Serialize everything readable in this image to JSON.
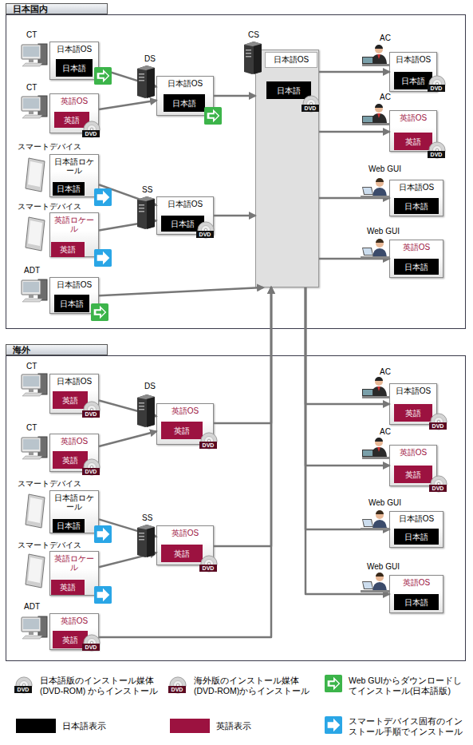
{
  "diagram": {
    "nodes": [
      {
        "text": [
          "日本国内"
        ]
      },
      {
        "text": [
          "CT",
          "日本語OS"
        ],
        "in": 0
      },
      {
        "text": [
          "日本語"
        ],
        "in": 1
      },
      {
        "text": [
          "CT",
          "英語OS"
        ],
        "in": 0
      },
      {
        "text": [
          "英語"
        ],
        "in": 3
      },
      {
        "text": [
          "スマートデバイス",
          "日本語ロケール"
        ],
        "in": 0
      },
      {
        "text": [
          "日本語"
        ],
        "in": 5
      },
      {
        "text": [
          "スマートデバイス",
          "英語ロケール"
        ],
        "in": 0
      },
      {
        "text": [
          "英語"
        ],
        "in": 7
      },
      {
        "text": [
          "ADT",
          "日本語OS"
        ],
        "in": 0
      },
      {
        "text": [
          "日本語"
        ],
        "in": 9
      },
      {
        "text": [
          "DS",
          "日本語OS"
        ],
        "in": 0
      },
      {
        "text": [
          "日本語"
        ],
        "in": 11
      },
      {
        "text": [
          "SS",
          "日本語OS"
        ],
        "in": 0
      },
      {
        "text": [
          "日本語"
        ],
        "in": 13
      },
      {
        "text": [
          "CS",
          "日本語OS"
        ],
        "in": 0
      },
      {
        "text": [
          "日本語"
        ],
        "in": 15
      },
      {
        "text": [
          "AC",
          "日本語OS"
        ],
        "in": 0
      },
      {
        "text": [
          "日本語"
        ],
        "in": 17
      },
      {
        "text": [
          "AC",
          "英語OS"
        ],
        "in": 0
      },
      {
        "text": [
          "英語"
        ],
        "in": 19
      },
      {
        "text": [
          "Web GUI",
          "日本語OS"
        ],
        "in": 0
      },
      {
        "text": [
          "日本語"
        ],
        "in": 21
      },
      {
        "text": [
          "Web GUI",
          "英語OS"
        ],
        "in": 0
      },
      {
        "text": [
          "日本語"
        ],
        "in": 23
      },
      {
        "text": [
          "海外"
        ]
      },
      {
        "text": [
          "CT",
          "日本語OS"
        ],
        "in": 25
      },
      {
        "text": [
          "英語"
        ],
        "in": 26
      },
      {
        "text": [
          "CT",
          "英語OS"
        ],
        "in": 25
      },
      {
        "text": [
          "英語"
        ],
        "in": 28
      },
      {
        "text": [
          "スマートデバイス",
          "日本語ロケール"
        ],
        "in": 25
      },
      {
        "text": [
          "日本語"
        ],
        "in": 30
      },
      {
        "text": [
          "スマートデバイス",
          "英語ロケール"
        ],
        "in": 25
      },
      {
        "text": [
          "英語"
        ],
        "in": 32
      },
      {
        "text": [
          "ADT",
          "英語OS"
        ],
        "in": 25
      },
      {
        "text": [
          "英語"
        ],
        "in": 34
      },
      {
        "text": [
          "DS",
          "英語OS"
        ],
        "in": 25
      },
      {
        "text": [
          "英語"
        ],
        "in": 36
      },
      {
        "text": [
          "SS",
          "英語OS"
        ],
        "in": 25
      },
      {
        "text": [
          "英語"
        ],
        "in": 38
      },
      {
        "text": [
          "AC",
          "日本語OS"
        ],
        "in": 25
      },
      {
        "text": [
          "英語"
        ],
        "in": 40
      },
      {
        "text": [
          "AC",
          "英語OS"
        ],
        "in": 25
      },
      {
        "text": [
          "英語"
        ],
        "in": 42
      },
      {
        "text": [
          "Web GUI",
          "日本語OS"
        ],
        "in": 25
      },
      {
        "text": [
          "日本語"
        ],
        "in": 44
      },
      {
        "text": [
          "Web GUI",
          "英語OS"
        ],
        "in": 25
      },
      {
        "text": [
          "日本語"
        ],
        "in": 46
      }
    ],
    "edges": [
      {
        "from": 1,
        "to": 11,
        "arrow": "to"
      },
      {
        "from": 3,
        "to": 11,
        "arrow": "to"
      },
      {
        "from": 5,
        "to": 13,
        "arrow": "to"
      },
      {
        "from": 7,
        "to": 13,
        "arrow": "to"
      },
      {
        "from": 9,
        "to": 15,
        "arrow": "to"
      },
      {
        "from": 11,
        "to": 15,
        "arrow": "to"
      },
      {
        "from": 13,
        "to": 15,
        "arrow": "to"
      },
      {
        "from": 15,
        "to": 17,
        "arrow": "to"
      },
      {
        "from": 15,
        "to": 19,
        "arrow": "to"
      },
      {
        "from": 15,
        "to": 21,
        "arrow": "to"
      },
      {
        "from": 15,
        "to": 23,
        "arrow": "to"
      },
      {
        "from": 26,
        "to": 36,
        "arrow": "to"
      },
      {
        "from": 28,
        "to": 36,
        "arrow": "to"
      },
      {
        "from": 30,
        "to": 38,
        "arrow": "to"
      },
      {
        "from": 32,
        "to": 38,
        "arrow": "to"
      },
      {
        "from": 34,
        "to": 15,
        "arrow": "to"
      },
      {
        "from": 36,
        "to": 15,
        "arrow": "to"
      },
      {
        "from": 38,
        "to": 15,
        "arrow": "to"
      },
      {
        "from": 15,
        "to": 40,
        "arrow": "to"
      },
      {
        "from": 15,
        "to": 42,
        "arrow": "to"
      },
      {
        "from": 15,
        "to": 44,
        "arrow": "to"
      },
      {
        "from": 15,
        "to": 46,
        "arrow": "to"
      }
    ],
    "labels": [
      "DVD",
      "DVD",
      "DVD",
      "DVD",
      "DVD",
      "DVD",
      "DVD",
      "DVD",
      "DVD",
      "DVD",
      "DVD",
      "DVD",
      "DVD",
      "DVD",
      "日本語",
      "英語"
    ],
    "legend": [
      {
        "text": "日本語版のインストール媒体(DVD-ROM) からインストール"
      },
      {
        "text": "海外版のインストール媒体(DVD-ROM)からインストール"
      },
      {
        "text": "Web GUIからダウンロードしてインストール(日本語版)"
      },
      {
        "text": "スマートデバイス固有のインストール手順でインストール"
      },
      {
        "text": "日本語表示",
        "color": "#000000"
      },
      {
        "text": "英語表示",
        "color": "#9c1240"
      }
    ]
  }
}
